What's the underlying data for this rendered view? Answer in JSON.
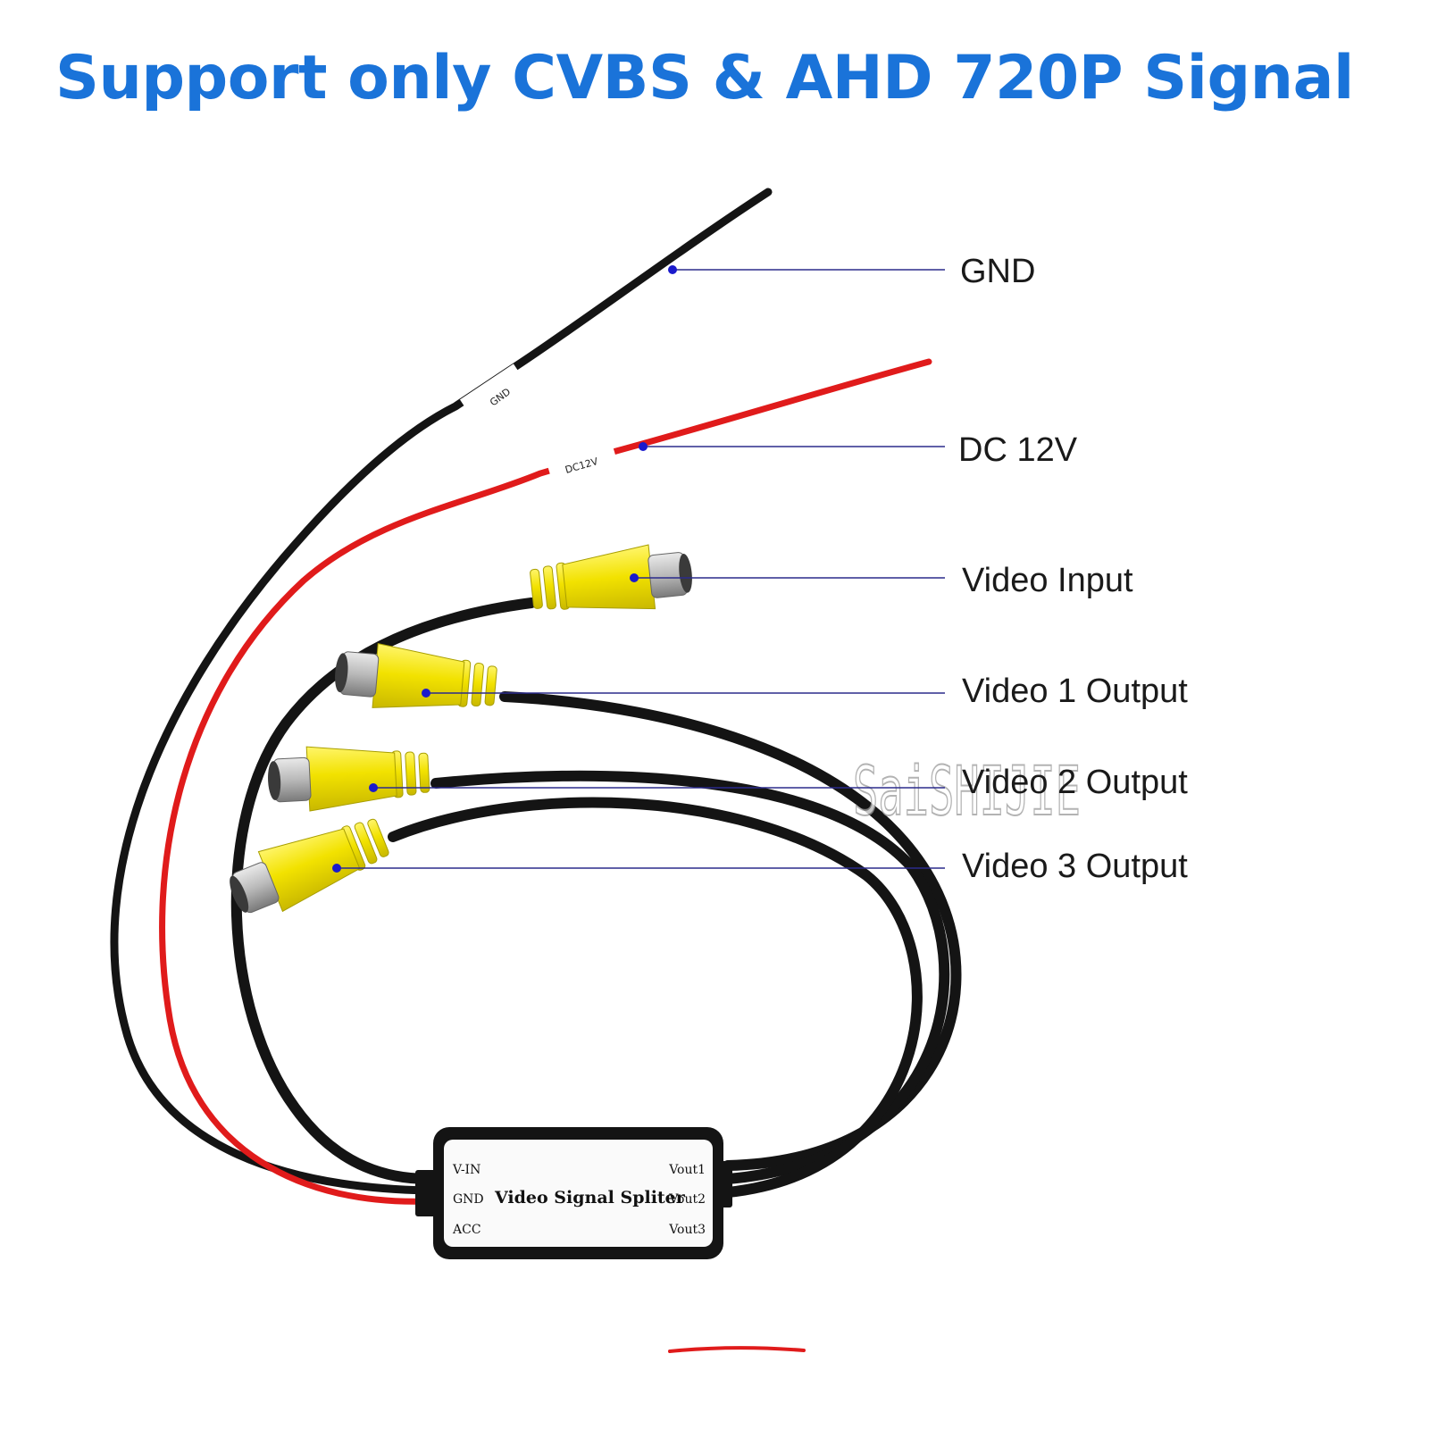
{
  "title": "Support only CVBS & AHD 720P Signal",
  "watermark": "SaiSHIJIE",
  "wire_prints": {
    "gnd": "GND",
    "dc12v": "DC12V"
  },
  "callouts": [
    {
      "id": "gnd",
      "label": "GND"
    },
    {
      "id": "dc12v",
      "label": "DC 12V"
    },
    {
      "id": "video-input",
      "label": "Video Input"
    },
    {
      "id": "video-1-output",
      "label": "Video 1 Output"
    },
    {
      "id": "video-2-output",
      "label": "Video 2 Output"
    },
    {
      "id": "video-3-output",
      "label": "Video 3 Output"
    }
  ],
  "splitter_box": {
    "title": "Video Signal Spliter",
    "left_pins": [
      "V-IN",
      "GND",
      "ACC"
    ],
    "right_pins": [
      "Vout1",
      "Vout2",
      "Vout3"
    ]
  },
  "colors": {
    "title": "#1a73d9",
    "callout_line": "#2b2b8c",
    "callout_dot": "#1a1acc",
    "wire_black": "#141414",
    "wire_red": "#e01b1b",
    "rca_yellow": "#f2e200",
    "rca_metal": "#c8c8c8"
  }
}
